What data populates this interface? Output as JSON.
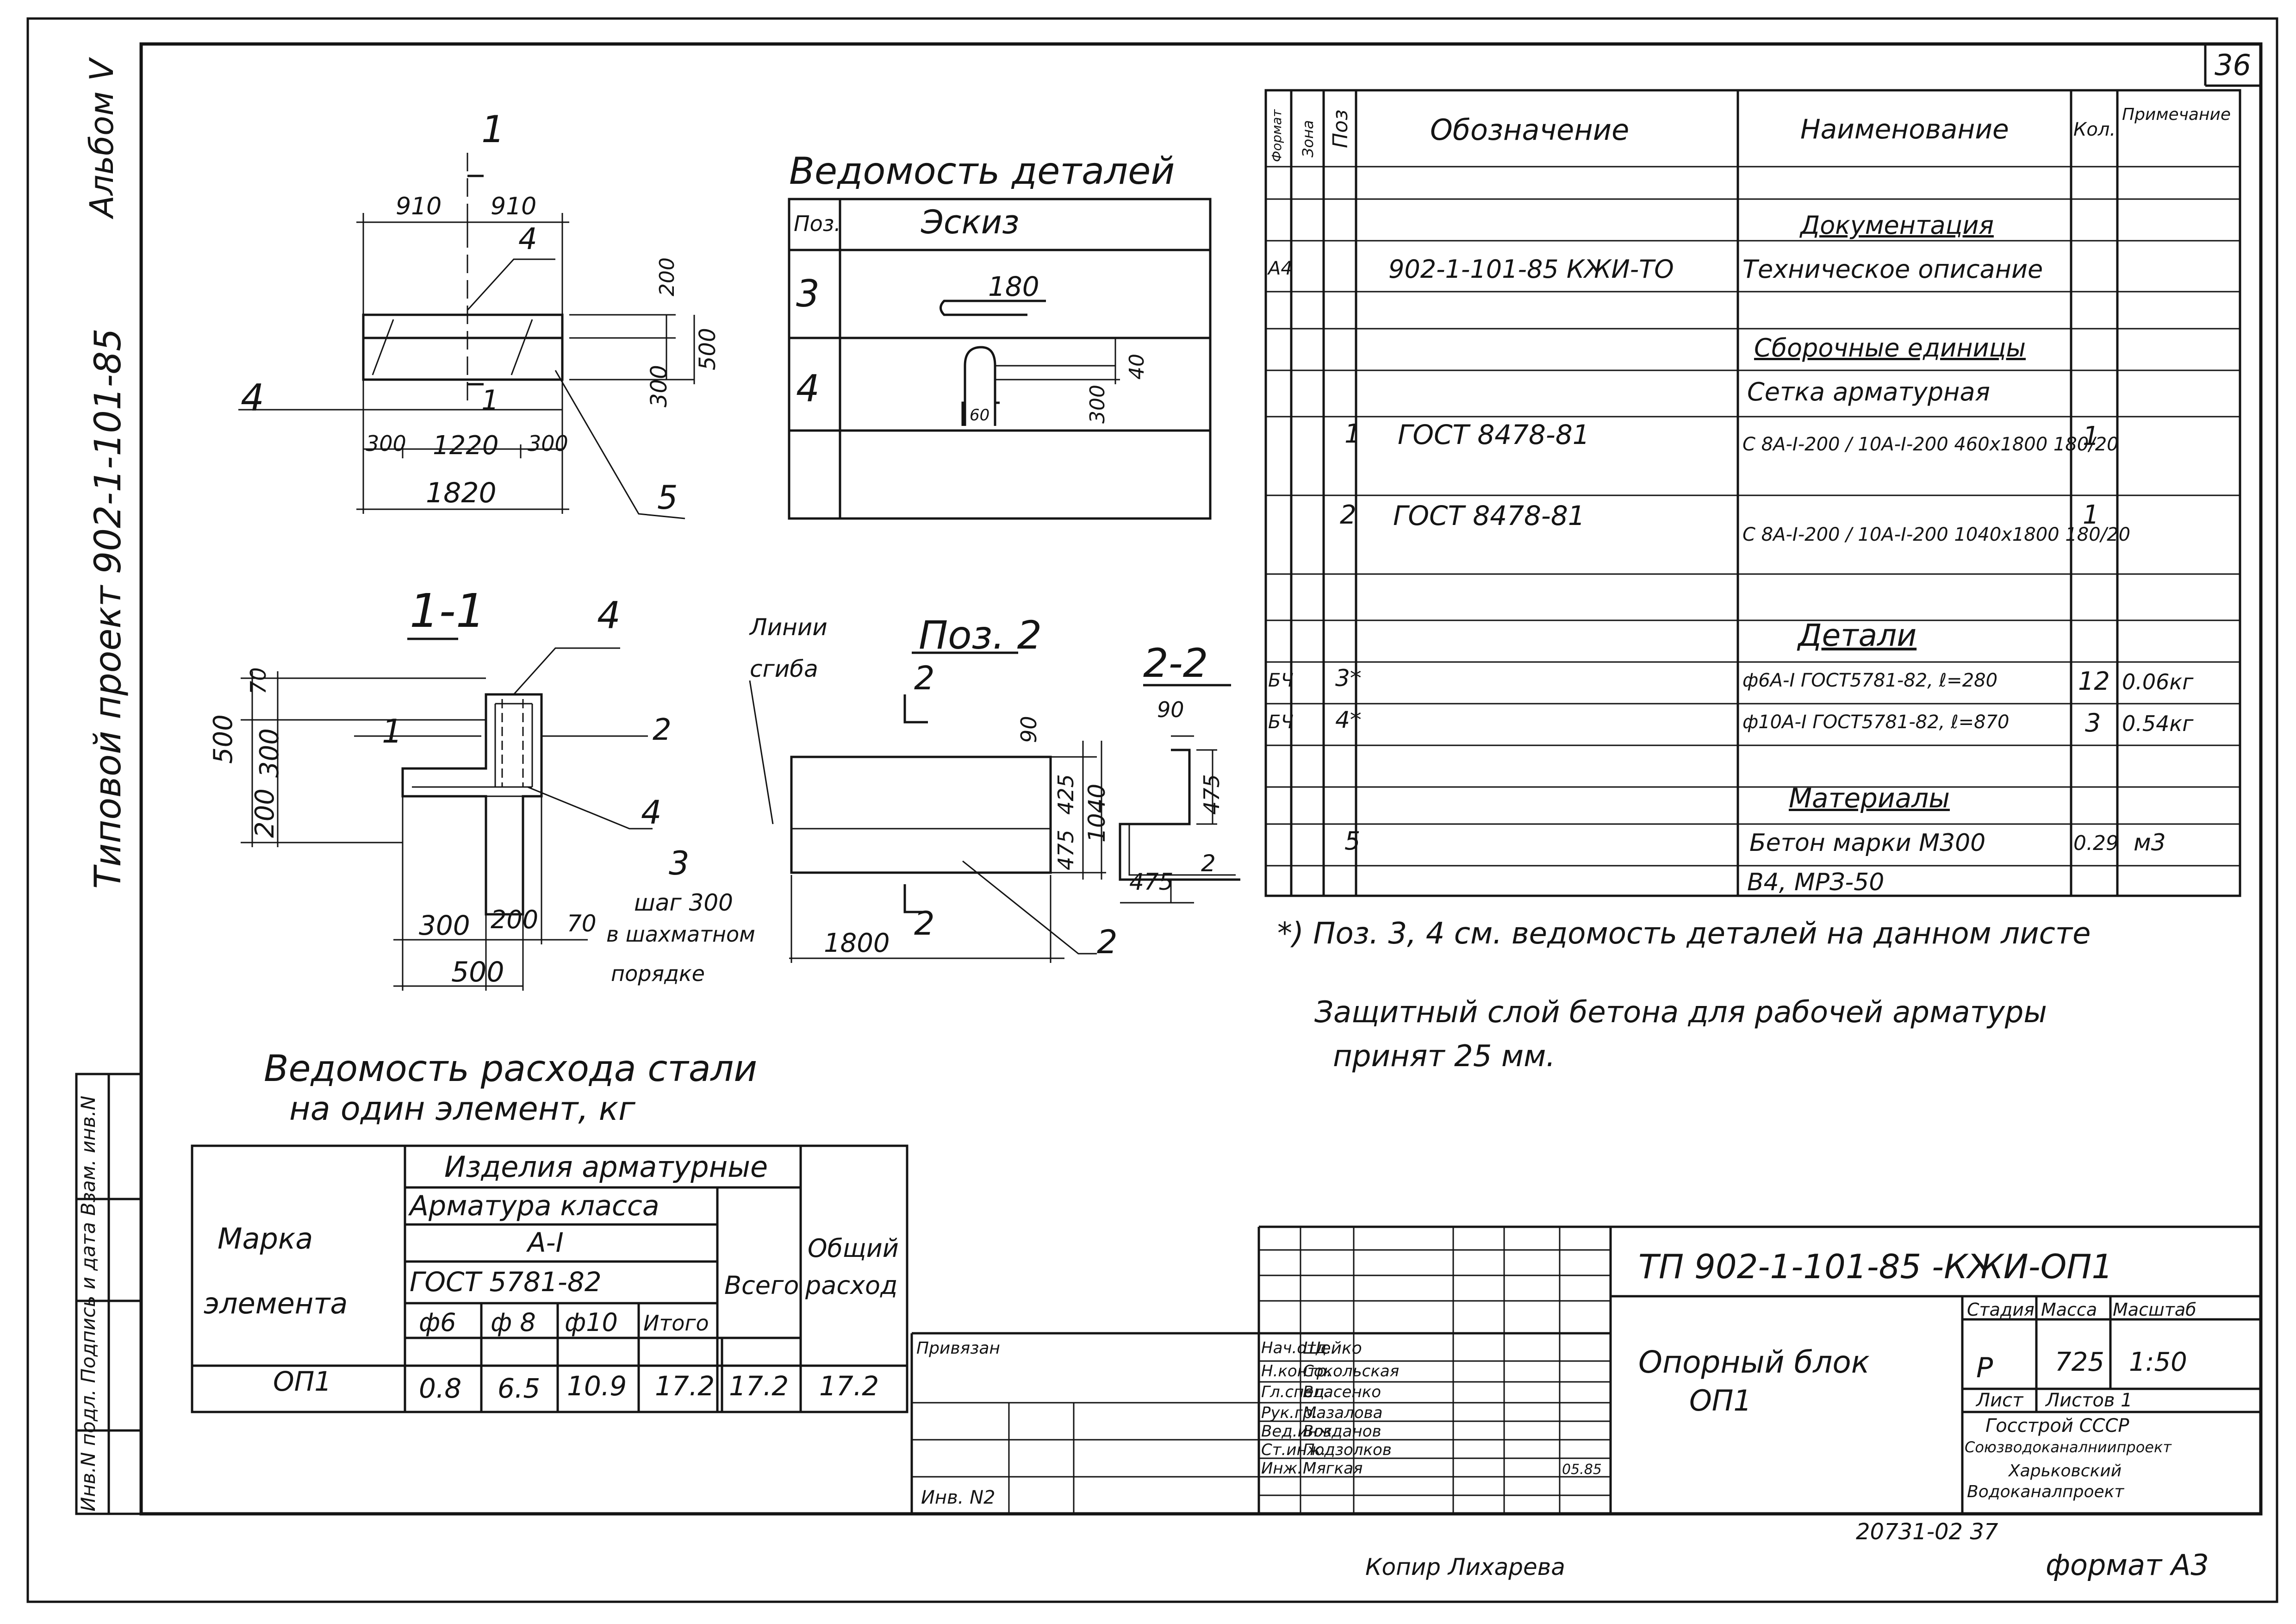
{
  "sheet": {
    "number": "36",
    "album": "Альбом V",
    "project_side": "Типовой проект 902-1-101-85",
    "side_stamp": "Инв.N подл. Подпись и дата Взам. инв.N",
    "code": "20731-02  37",
    "copied": "Копир Лихарева",
    "format": "формат А3"
  },
  "plan": {
    "cut_mark": "1",
    "cut_mark_bottom": "1",
    "dims_top": [
      "910",
      "910"
    ],
    "dims_right": [
      "200",
      "300",
      "500"
    ],
    "dims_bottom": [
      "300",
      "1220",
      "300"
    ],
    "dim_total": "1820",
    "callouts": [
      "4",
      "4",
      "5"
    ]
  },
  "section_1_1": {
    "title": "1-1",
    "callouts": [
      "4",
      "1",
      "2",
      "4",
      "3"
    ],
    "dims_left": [
      "70",
      "300",
      "500",
      "200"
    ],
    "dims_bottom": [
      "300",
      "200",
      "70"
    ],
    "dim_total": "500",
    "note": [
      "шаг 300",
      "в шахматном",
      "порядке"
    ]
  },
  "pos2": {
    "title": "Поз. 2",
    "bend_label": [
      "Линии",
      "сгиба"
    ],
    "cut": "2",
    "dims_right": [
      "90",
      "425",
      "475",
      "1040"
    ],
    "dim_bottom": "1800",
    "callout": "2"
  },
  "section_2_2": {
    "title": "2-2",
    "dims": [
      "90",
      "475",
      "475",
      "2"
    ]
  },
  "details": {
    "title": "Ведомость деталей",
    "col_pos": "Поз.",
    "col_sketch": "Эскиз",
    "rows": [
      {
        "pos": "3",
        "dim": "180"
      },
      {
        "pos": "4",
        "dims": [
          "300",
          "40",
          "60"
        ]
      }
    ]
  },
  "spec": {
    "headers": [
      "Формат",
      "Зона",
      "Поз",
      "Обозначение",
      "Наименование",
      "Кол.",
      "Примечание"
    ],
    "rows": [
      {
        "f": "",
        "p": "",
        "d": "",
        "n": "Документация",
        "q": "",
        "r": "",
        "h": true
      },
      {
        "f": "А4",
        "p": "",
        "d": "902-1-101-85  КЖИ-ТО",
        "n": "Техническое описание",
        "q": "",
        "r": ""
      },
      {
        "f": "",
        "p": "",
        "d": "",
        "n": "Сборочные единицы",
        "q": "",
        "r": "",
        "h": true
      },
      {
        "f": "",
        "p": "",
        "d": "",
        "n": "Сетка арматурная",
        "q": "",
        "r": ""
      },
      {
        "f": "",
        "p": "1",
        "d": "ГОСТ 8478-81",
        "n": "С 8А-I-200 / 10А-I-200  460х1800  180/20",
        "q": "1",
        "r": ""
      },
      {
        "f": "",
        "p": "2",
        "d": "ГОСТ 8478-81",
        "n": "С 8А-I-200 / 10А-I-200  1040х1800  180/20",
        "q": "1",
        "r": ""
      },
      {
        "f": "",
        "p": "",
        "d": "",
        "n": "Детали",
        "q": "",
        "r": "",
        "h": true
      },
      {
        "f": "БЧ",
        "p": "3*",
        "d": "",
        "n": "ф6А-I ГОСТ5781-82, ℓ=280",
        "q": "12",
        "r": "0.06кг"
      },
      {
        "f": "БЧ",
        "p": "4*",
        "d": "",
        "n": "ф10А-I ГОСТ5781-82, ℓ=870",
        "q": "3",
        "r": "0.54кг"
      },
      {
        "f": "",
        "p": "",
        "d": "",
        "n": "Материалы",
        "q": "",
        "r": "",
        "h": true
      },
      {
        "f": "",
        "p": "5",
        "d": "",
        "n": "Бетон марки М300",
        "q": "0.29",
        "r": "м3"
      },
      {
        "f": "",
        "p": "",
        "d": "",
        "n": "В4,  МРЗ-50",
        "q": "",
        "r": ""
      }
    ]
  },
  "notes": [
    "*) Поз. 3, 4 см.  ведомость деталей на данном листе",
    "Защитный слой бетона для рабочей арматуры",
    "принят 25 мм."
  ],
  "steel": {
    "title": [
      "Ведомость расхода стали",
      "на один элемент, кг"
    ],
    "h_mark": [
      "Марка",
      "элемента"
    ],
    "h_items": "Изделия арматурные",
    "h_class": "Арматура класса",
    "h_ai": "А-I",
    "h_gost": "ГОСТ 5781-82",
    "h_all": "Всего",
    "h_total": [
      "Общий",
      "расход"
    ],
    "h_cols": [
      "ф6",
      "ф 8",
      "ф10",
      "Итого"
    ],
    "row": {
      "mark": "ОП1",
      "v": [
        "0.8",
        "6.5",
        "10.9",
        "17.2",
        "17.2",
        "17.2"
      ]
    }
  },
  "title_block": {
    "code": "ТП 902-1-101-85  -КЖИ-ОП1",
    "name": [
      "Опорный блок",
      "ОП1"
    ],
    "h_stage": "Стадия",
    "h_mass": "Масса",
    "h_scale": "Масштаб",
    "stage": "Р",
    "mass": "725",
    "scale": "1:50",
    "sheet": "Лист",
    "sheets": "Листов 1",
    "org": [
      "Госстрой СССР",
      "Союзводоканалниипроект",
      "Харьковский",
      "Водоканалпроект"
    ],
    "bound": "Привязан",
    "inv": "Инв. N2",
    "roles": [
      "Нач.отд.",
      "Н.контр.",
      "Гл.спец.",
      "Рук.гр.",
      "Вед.инж.",
      "Ст.инж.",
      "Инж."
    ],
    "names": [
      "Шейко",
      "Сокольская",
      "Власенко",
      "Мазалова",
      "Возданов",
      "Подзолков",
      "Мягкая"
    ],
    "date": "05.85"
  }
}
